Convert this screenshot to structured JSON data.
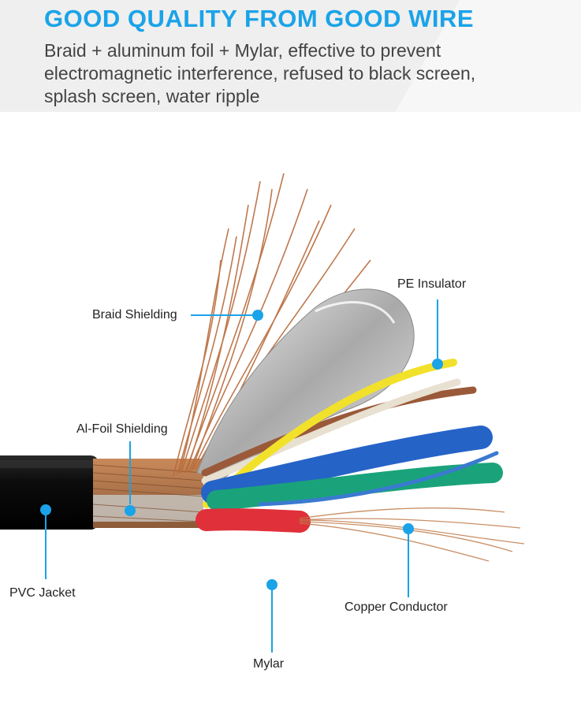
{
  "header": {
    "title": "GOOD QUALITY FROM GOOD WIRE",
    "subtitle": "Braid + aluminum foil + Mylar, effective to prevent electromagnetic interference, refused to black screen, splash screen, water ripple"
  },
  "labels": {
    "braid_shielding": "Braid Shielding",
    "pe_insulator": "PE Insulator",
    "al_foil_shielding": "Al-Foil Shielding",
    "pvc_jacket": "PVC Jacket",
    "mylar": "Mylar",
    "copper_conductor": "Copper Conductor"
  },
  "colors": {
    "accent": "#1aa3e8",
    "leader": "#1aa3e8",
    "jacket": "#111111",
    "copper": "#b86a3a",
    "foil": "#c9c9c9",
    "wire_yellow": "#f2e12a",
    "wire_blue": "#2563c7",
    "wire_green": "#1aa37a",
    "wire_red": "#e0303a",
    "wire_white": "#e8e0d0",
    "wire_brown": "#9a5a3a"
  }
}
